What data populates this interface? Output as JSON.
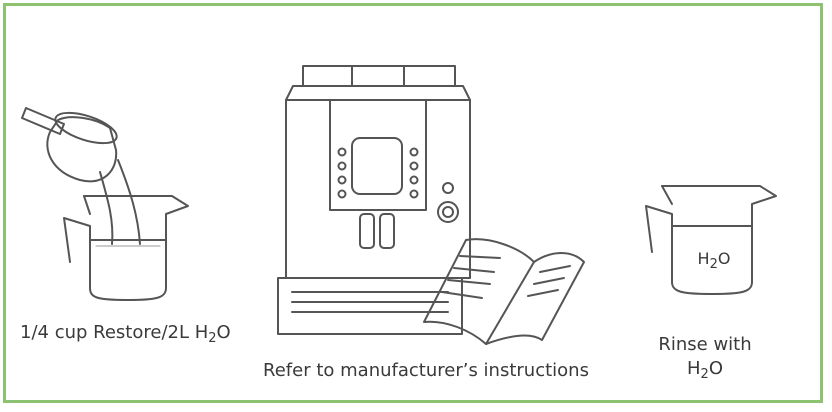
{
  "steps": [
    {
      "caption_prefix": "1/4 cup Restore/2L H",
      "caption_sub": "2",
      "caption_suffix": "O"
    },
    {
      "caption": "Refer to manufacturer’s instructions"
    },
    {
      "caption_line1": "Rinse with",
      "caption_line2_prefix": "H",
      "caption_line2_sub": "2",
      "caption_line2_suffix": "O"
    }
  ],
  "pitcher_label": {
    "prefix": "H",
    "sub": "2",
    "suffix": "O"
  },
  "colors": {
    "border": "#8cc270",
    "stroke": "#555555",
    "text": "#3a3a3a"
  }
}
